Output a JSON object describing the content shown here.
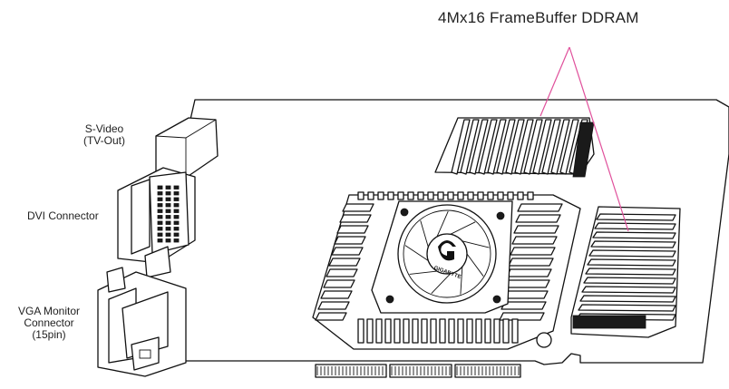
{
  "labels": {
    "frame_buffer": "4Mx16 FrameBuffer DDRAM",
    "svideo": "S-Video",
    "svideo_sub": "(TV-Out)",
    "dvi": "DVI Connector",
    "vga_line1": "VGA Monitor",
    "vga_line2": "Connector",
    "vga_line3": "(15pin)"
  },
  "logo_text": "GIGABYTE",
  "colors": {
    "callout_line": "#e0509b",
    "outline": "#111111",
    "background": "#ffffff"
  }
}
